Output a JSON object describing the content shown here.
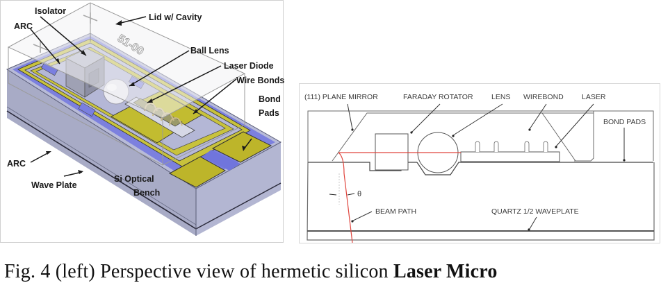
{
  "left_figure": {
    "labels": {
      "isolator": "Isolator",
      "arc_top": "ARC",
      "lid": "Lid w/ Cavity",
      "ball_lens": "Ball Lens",
      "laser_diode": "Laser Diode",
      "wire_bonds": "Wire Bonds",
      "bond_pads_1": "Bond",
      "bond_pads_2": "Pads",
      "arc_bottom": "ARC",
      "wave_plate": "Wave Plate",
      "si_bench_1": "Si Optical",
      "si_bench_2": "Bench"
    },
    "lid_marking": "51-00",
    "colors": {
      "bench_side": "#a9acc8",
      "bench_top": "#b5b8d6",
      "gold": "#bdb52a",
      "pad_blue": "#7a7fe0",
      "lid": "#e9eaee"
    }
  },
  "right_figure": {
    "labels": {
      "mirror": "(111) PLANE MIRROR",
      "faraday": "FARADAY ROTATOR",
      "lens": "LENS",
      "wirebond": "WIREBOND",
      "laser": "LASER",
      "bond_pads": "BOND PADS",
      "theta": "θ",
      "beam_path": "BEAM PATH",
      "waveplate": "QUARTZ 1/2 WAVEPLATE"
    },
    "colors": {
      "beam": "#e0443c",
      "line": "#555555"
    }
  },
  "caption": {
    "prefix": "Fig. 4 (left) Perspective view of hermetic silicon ",
    "bold": "Laser Micro"
  }
}
